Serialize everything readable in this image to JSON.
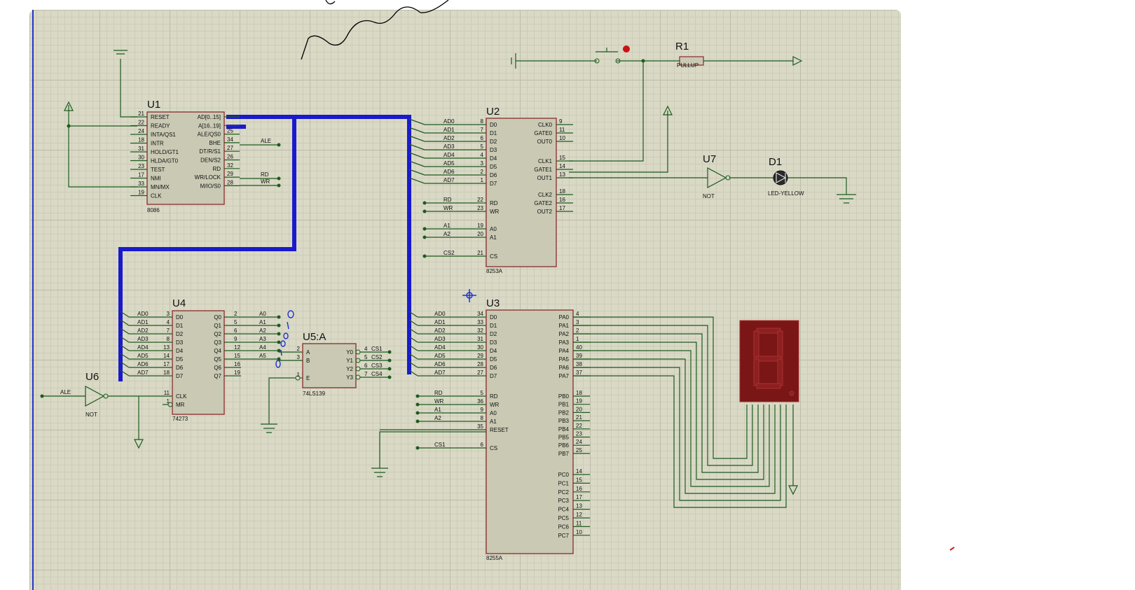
{
  "components": {
    "u1": {
      "ref": "U1",
      "part": "8086",
      "left_pins": [
        {
          "num": "21",
          "name": "RESET"
        },
        {
          "num": "22",
          "name": "READY"
        },
        {
          "num": "24",
          "name": "INTA/QS1"
        },
        {
          "num": "18",
          "name": "INTR"
        },
        {
          "num": "31",
          "name": "HOLD/GT1"
        },
        {
          "num": "30",
          "name": "HLDA/GT0"
        },
        {
          "num": "23",
          "name": "TEST"
        },
        {
          "num": "17",
          "name": "NMI"
        },
        {
          "num": "33",
          "name": "MN/MX"
        },
        {
          "num": "19",
          "name": "CLK"
        }
      ],
      "right_pins": [
        {
          "num": "",
          "name": "AD[0..15]"
        },
        {
          "num": "",
          "name": "A[16..19]"
        },
        {
          "num": "25",
          "name": "ALE/QS0"
        },
        {
          "num": "34",
          "name": "BHE"
        },
        {
          "num": "27",
          "name": "DT/R/S1"
        },
        {
          "num": "26",
          "name": "DEN/S2"
        },
        {
          "num": "32",
          "name": "RD"
        },
        {
          "num": "29",
          "name": "WR/LOCK"
        },
        {
          "num": "28",
          "name": "M/IO/S0"
        }
      ],
      "right_nets": [
        "ALE",
        "RD",
        "WR"
      ]
    },
    "u2": {
      "ref": "U2",
      "part": "8253A",
      "left_pins": [
        {
          "num": "8",
          "name": "D0",
          "net": "AD0"
        },
        {
          "num": "7",
          "name": "D1",
          "net": "AD1"
        },
        {
          "num": "6",
          "name": "D2",
          "net": "AD2"
        },
        {
          "num": "5",
          "name": "D3",
          "net": "AD3"
        },
        {
          "num": "4",
          "name": "D4",
          "net": "AD4"
        },
        {
          "num": "3",
          "name": "D5",
          "net": "AD5"
        },
        {
          "num": "2",
          "name": "D6",
          "net": "AD6"
        },
        {
          "num": "1",
          "name": "D7",
          "net": "AD7"
        },
        {
          "num": "22",
          "name": "RD",
          "net": "RD"
        },
        {
          "num": "23",
          "name": "WR",
          "net": "WR"
        },
        {
          "num": "19",
          "name": "A0",
          "net": "A1"
        },
        {
          "num": "20",
          "name": "A1",
          "net": "A2"
        },
        {
          "num": "21",
          "name": "CS",
          "net": "CS2"
        }
      ],
      "right_pins": [
        {
          "num": "9",
          "name": "CLK0"
        },
        {
          "num": "11",
          "name": "GATE0"
        },
        {
          "num": "10",
          "name": "OUT0"
        },
        {
          "num": "15",
          "name": "CLK1"
        },
        {
          "num": "14",
          "name": "GATE1"
        },
        {
          "num": "13",
          "name": "OUT1"
        },
        {
          "num": "18",
          "name": "CLK2"
        },
        {
          "num": "16",
          "name": "GATE2"
        },
        {
          "num": "17",
          "name": "OUT2"
        }
      ]
    },
    "u3": {
      "ref": "U3",
      "part": "8255A",
      "left_pins": [
        {
          "num": "34",
          "name": "D0",
          "net": "AD0"
        },
        {
          "num": "33",
          "name": "D1",
          "net": "AD1"
        },
        {
          "num": "32",
          "name": "D2",
          "net": "AD2"
        },
        {
          "num": "31",
          "name": "D3",
          "net": "AD3"
        },
        {
          "num": "30",
          "name": "D4",
          "net": "AD4"
        },
        {
          "num": "29",
          "name": "D5",
          "net": "AD5"
        },
        {
          "num": "28",
          "name": "D6",
          "net": "AD6"
        },
        {
          "num": "27",
          "name": "D7",
          "net": "AD7"
        },
        {
          "num": "5",
          "name": "RD",
          "net": "RD"
        },
        {
          "num": "36",
          "name": "WR",
          "net": "WR"
        },
        {
          "num": "9",
          "name": "A0",
          "net": "A1"
        },
        {
          "num": "8",
          "name": "A1",
          "net": "A2"
        },
        {
          "num": "35",
          "name": "RESET",
          "net": ""
        },
        {
          "num": "6",
          "name": "CS",
          "net": "CS1"
        }
      ],
      "right_pins": [
        {
          "num": "4",
          "name": "PA0"
        },
        {
          "num": "3",
          "name": "PA1"
        },
        {
          "num": "2",
          "name": "PA2"
        },
        {
          "num": "1",
          "name": "PA3"
        },
        {
          "num": "40",
          "name": "PA4"
        },
        {
          "num": "39",
          "name": "PA5"
        },
        {
          "num": "38",
          "name": "PA6"
        },
        {
          "num": "37",
          "name": "PA7"
        },
        {
          "num": "18",
          "name": "PB0"
        },
        {
          "num": "19",
          "name": "PB1"
        },
        {
          "num": "20",
          "name": "PB2"
        },
        {
          "num": "21",
          "name": "PB3"
        },
        {
          "num": "22",
          "name": "PB4"
        },
        {
          "num": "23",
          "name": "PB5"
        },
        {
          "num": "24",
          "name": "PB6"
        },
        {
          "num": "25",
          "name": "PB7"
        },
        {
          "num": "14",
          "name": "PC0"
        },
        {
          "num": "15",
          "name": "PC1"
        },
        {
          "num": "16",
          "name": "PC2"
        },
        {
          "num": "17",
          "name": "PC3"
        },
        {
          "num": "13",
          "name": "PC4"
        },
        {
          "num": "12",
          "name": "PC5"
        },
        {
          "num": "11",
          "name": "PC6"
        },
        {
          "num": "10",
          "name": "PC7"
        }
      ]
    },
    "u4": {
      "ref": "U4",
      "part": "74273",
      "left_pins": [
        {
          "num": "3",
          "name": "D0",
          "net": "AD0"
        },
        {
          "num": "4",
          "name": "D1",
          "net": "AD1"
        },
        {
          "num": "7",
          "name": "D2",
          "net": "AD2"
        },
        {
          "num": "8",
          "name": "D3",
          "net": "AD3"
        },
        {
          "num": "13",
          "name": "D4",
          "net": "AD4"
        },
        {
          "num": "14",
          "name": "D5",
          "net": "AD5"
        },
        {
          "num": "17",
          "name": "D6",
          "net": "AD6"
        },
        {
          "num": "18",
          "name": "D7",
          "net": "AD7"
        },
        {
          "num": "11",
          "name": "CLK",
          "net": ""
        },
        {
          "num": "1",
          "name": "MR",
          "net": ""
        }
      ],
      "right_pins": [
        {
          "num": "2",
          "name": "Q0",
          "net": "A0"
        },
        {
          "num": "5",
          "name": "Q1",
          "net": "A1"
        },
        {
          "num": "6",
          "name": "Q2",
          "net": "A2"
        },
        {
          "num": "9",
          "name": "Q3",
          "net": "A3"
        },
        {
          "num": "12",
          "name": "Q4",
          "net": "A4"
        },
        {
          "num": "15",
          "name": "Q5",
          "net": "A5"
        },
        {
          "num": "16",
          "name": "Q6",
          "net": ""
        },
        {
          "num": "19",
          "name": "Q7",
          "net": ""
        }
      ]
    },
    "u5": {
      "ref": "U5:A",
      "part": "74LS139",
      "left_pins": [
        {
          "num": "2",
          "name": "A"
        },
        {
          "num": "3",
          "name": "B"
        },
        {
          "num": "1",
          "name": "E"
        }
      ],
      "right_pins": [
        {
          "num": "4",
          "name": "Y0",
          "net": "CS1"
        },
        {
          "num": "5",
          "name": "Y1",
          "net": "CS2"
        },
        {
          "num": "6",
          "name": "Y2",
          "net": "CS3"
        },
        {
          "num": "7",
          "name": "Y3",
          "net": "CS4"
        }
      ]
    },
    "u6": {
      "ref": "U6",
      "part": "NOT",
      "input_net": "ALE"
    },
    "u7": {
      "ref": "U7",
      "part": "NOT"
    },
    "r1": {
      "ref": "R1",
      "part": "PULLUP"
    },
    "d1": {
      "ref": "D1",
      "part": "LED-YELLOW"
    },
    "display": {
      "digit": "8"
    }
  },
  "colors": {
    "canvas": "#d9d9c6",
    "wire": "#1d5c1d",
    "bus": "#1a1acc",
    "chip_border": "#8a2a2a",
    "segment": "#6e1010"
  }
}
